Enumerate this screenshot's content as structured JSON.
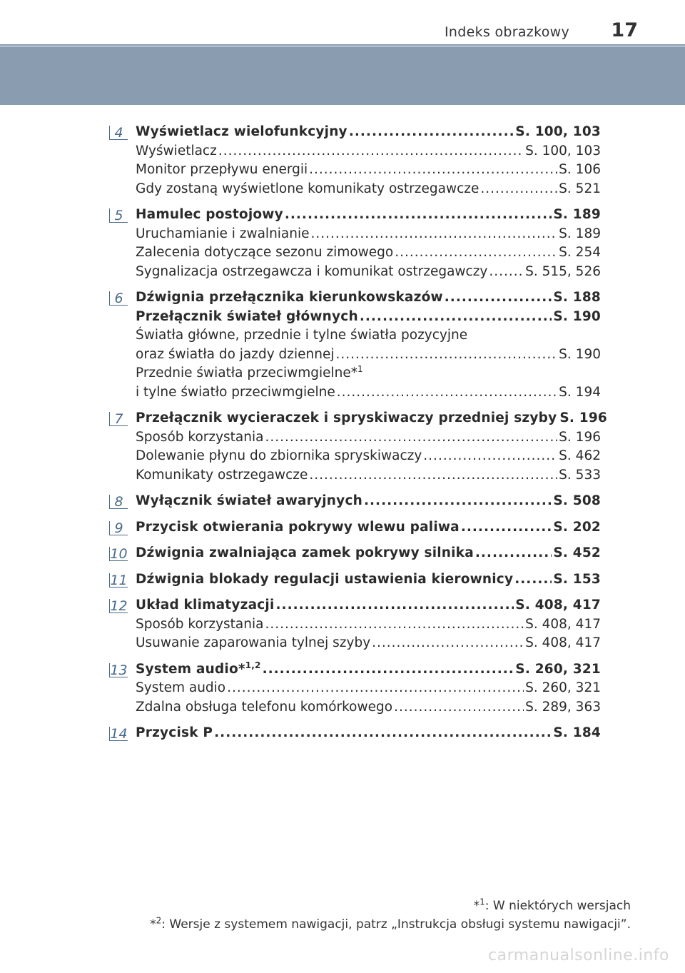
{
  "header": {
    "title": "Indeks obrazkowy",
    "page_number": "17"
  },
  "sections": [
    {
      "marker": "4",
      "rows": [
        {
          "label": "Wyświetlacz wielofunkcyjny",
          "page": "S. 100, 103",
          "bold": true
        },
        {
          "label": "Wyświetlacz",
          "page": "S. 100, 103"
        },
        {
          "label": "Monitor przepływu energii",
          "page": "S. 106"
        },
        {
          "label": "Gdy zostaną wyświetlone komunikaty ostrzegawcze",
          "page": "S. 521"
        }
      ]
    },
    {
      "marker": "5",
      "rows": [
        {
          "label": "Hamulec postojowy",
          "page": "S. 189",
          "bold": true
        },
        {
          "label": "Uruchamianie i zwalnianie",
          "page": "S. 189"
        },
        {
          "label": "Zalecenia dotyczące sezonu zimowego",
          "page": "S. 254"
        },
        {
          "label": "Sygnalizacja ostrzegawcza i komunikat ostrzegawczy",
          "page": "S. 515, 526"
        }
      ]
    },
    {
      "marker": "6",
      "rows": [
        {
          "label": "Dźwignia przełącznika kierunkowskazów",
          "page": "S. 188",
          "bold": true
        },
        {
          "label": "Przełącznik świateł głównych",
          "page": "S. 190",
          "bold": true
        },
        {
          "label": "Światła główne, przednie i tylne światła pozycyjne",
          "plain": true
        },
        {
          "label": "oraz światła do jazdy dziennej",
          "page": "S. 190"
        },
        {
          "label": "Przednie światła przeciwmgielne*",
          "sup": "1",
          "plain": true
        },
        {
          "label": "i tylne światło przeciwmgielne",
          "page": "S. 194"
        }
      ]
    },
    {
      "marker": "7",
      "rows": [
        {
          "label": "Przełącznik wycieraczek i spryskiwaczy przedniej szyby",
          "page": "S. 196",
          "bold": true
        },
        {
          "label": "Sposób korzystania",
          "page": "S. 196"
        },
        {
          "label": "Dolewanie płynu do zbiornika spryskiwaczy",
          "page": "S. 462"
        },
        {
          "label": "Komunikaty ostrzegawcze",
          "page": "S. 533"
        }
      ]
    },
    {
      "marker": "8",
      "rows": [
        {
          "label": "Wyłącznik świateł awaryjnych",
          "page": "S. 508",
          "bold": true
        }
      ]
    },
    {
      "marker": "9",
      "rows": [
        {
          "label": "Przycisk otwierania pokrywy wlewu paliwa",
          "page": "S. 202",
          "bold": true
        }
      ]
    },
    {
      "marker": "10",
      "rows": [
        {
          "label": "Dźwignia zwalniająca zamek pokrywy silnika",
          "page": "S. 452",
          "bold": true
        }
      ]
    },
    {
      "marker": "11",
      "rows": [
        {
          "label": "Dźwignia blokady regulacji ustawienia kierownicy",
          "page": "S. 153",
          "bold": true
        }
      ]
    },
    {
      "marker": "12",
      "rows": [
        {
          "label": "Układ klimatyzacji",
          "page": "S. 408, 417",
          "bold": true
        },
        {
          "label": "Sposób korzystania",
          "page": "S. 408, 417"
        },
        {
          "label": "Usuwanie zaparowania tylnej szyby",
          "page": "S. 408, 417"
        }
      ]
    },
    {
      "marker": "13",
      "rows": [
        {
          "label": "System audio*",
          "sup": "1,2",
          "page": "S. 260, 321",
          "bold": true
        },
        {
          "label": "System audio",
          "page": "S. 260, 321"
        },
        {
          "label": "Zdalna obsługa telefonu komórkowego",
          "page": "S. 289, 363"
        }
      ]
    },
    {
      "marker": "14",
      "rows": [
        {
          "label": "Przycisk P",
          "page": "S. 184",
          "bold": true
        }
      ]
    }
  ],
  "footnotes": [
    {
      "mark": "*",
      "sup": "1",
      "text": ": W niektórych wersjach"
    },
    {
      "mark": "*",
      "sup": "2",
      "text": ": Wersje z systemem nawigacji, patrz „Instrukcja obsługi systemu nawigacji”."
    }
  ],
  "watermark": "carmanualsonline.info"
}
